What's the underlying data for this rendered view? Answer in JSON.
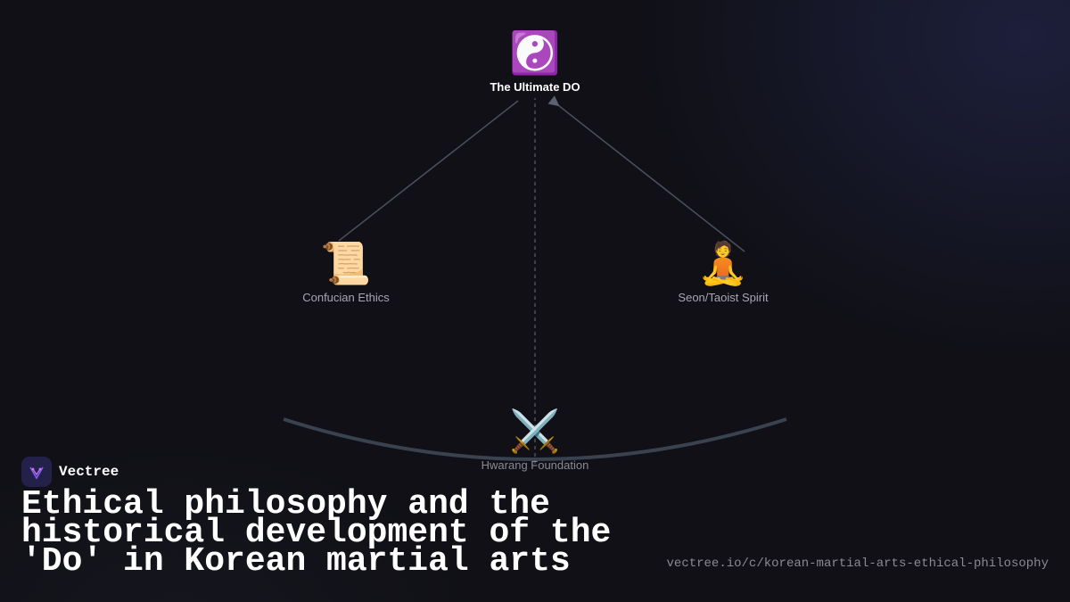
{
  "diagram": {
    "nodes": {
      "top": {
        "icon": "yin-yang-icon",
        "glyph": "☯️",
        "label": "The Ultimate DO"
      },
      "left": {
        "icon": "scroll-icon",
        "glyph": "📜",
        "label": "Confucian Ethics"
      },
      "right": {
        "icon": "meditation-icon",
        "glyph": "🧘",
        "label": "Seon/Taoist Spirit"
      },
      "bottom": {
        "icon": "crossed-swords-icon",
        "glyph": "⚔️",
        "label": "Hwarang Foundation"
      }
    },
    "edges": [
      {
        "from": "left",
        "to": "top",
        "arrow": false
      },
      {
        "from": "right",
        "to": "top",
        "arrow": true
      },
      {
        "from": "bottom",
        "to": "top",
        "style": "dashed"
      }
    ],
    "colors": {
      "edge": "#4a5060",
      "arc": "#3a4250"
    }
  },
  "brand": {
    "name": "Vectree",
    "icon": "vectree-logo-icon",
    "accent": "#8a5cf6"
  },
  "title": "Ethical philosophy and the historical development of the 'Do' in Korean martial arts",
  "url": "vectree.io/c/korean-martial-arts-ethical-philosophy"
}
